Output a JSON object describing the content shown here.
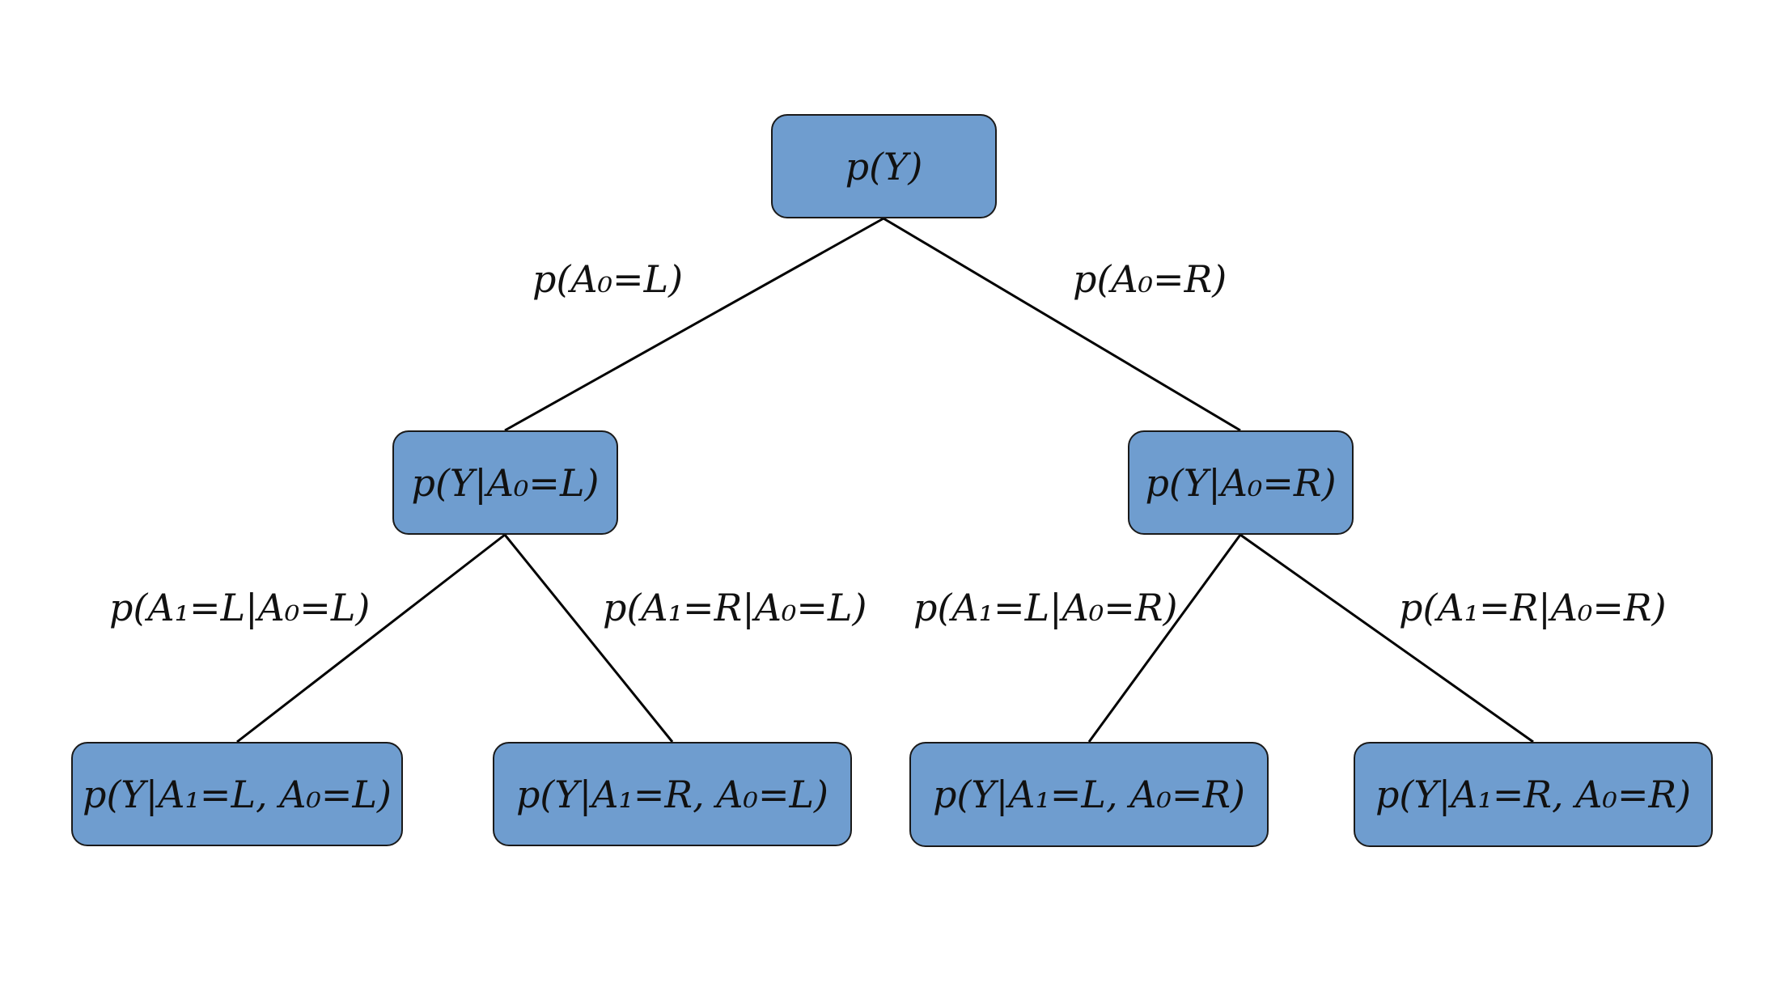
{
  "tree": {
    "root": {
      "label": "p(Y)"
    },
    "level1": {
      "left": {
        "label": "p(Y|A₀=L)",
        "edge_label": "p(A₀=L)"
      },
      "right": {
        "label": "p(Y|A₀=R)",
        "edge_label": "p(A₀=R)"
      }
    },
    "level2": {
      "left_left": {
        "label": "p(Y|A₁=L, A₀=L)",
        "edge_label": "p(A₁=L|A₀=L)"
      },
      "left_right": {
        "label": "p(Y|A₁=R, A₀=L)",
        "edge_label": "p(A₁=R|A₀=L)"
      },
      "right_left": {
        "label": "p(Y|A₁=L, A₀=R)",
        "edge_label": "p(A₁=L|A₀=R)"
      },
      "right_right": {
        "label": "p(Y|A₁=R, A₀=R)",
        "edge_label": "p(A₁=R|A₀=R)"
      }
    }
  },
  "style": {
    "node_fill": "#6f9dcf",
    "node_border": "#1a1a1a",
    "edge_color": "#000000",
    "background": "#ffffff"
  }
}
